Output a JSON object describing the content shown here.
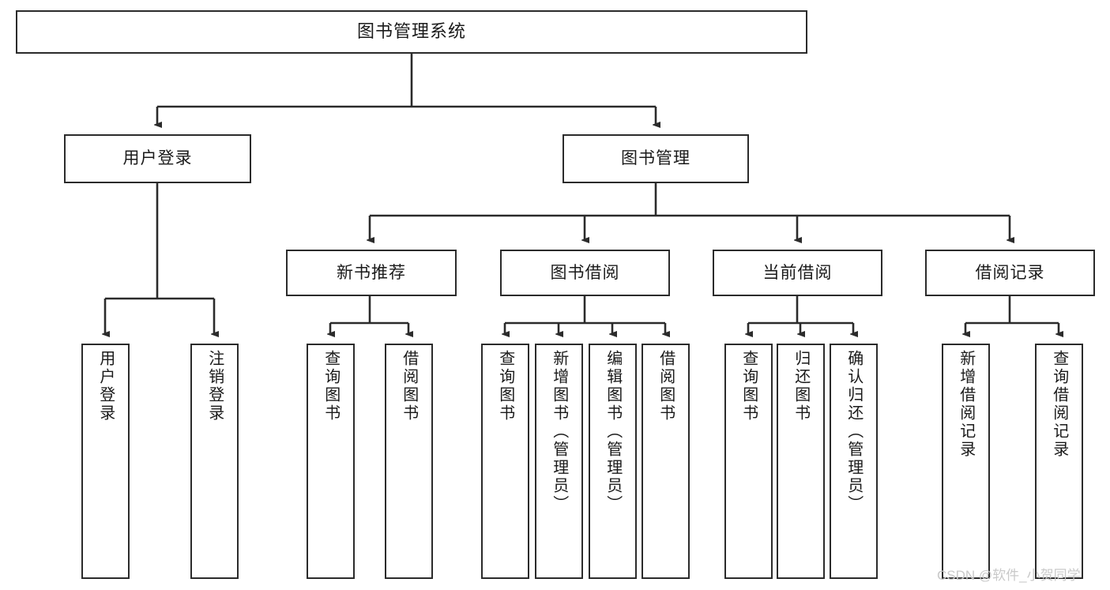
{
  "diagram": {
    "title": "图书管理系统",
    "type": "tree",
    "watermark": "CSDN @软件_小贺同学",
    "colors": {
      "box_border": "#2b2b2b",
      "box_fill": "#ffffff",
      "connector": "#2b2b2b",
      "text": "#1a1a1a",
      "watermark": "#c9c9c9"
    },
    "nodes": {
      "root": {
        "label": "图书管理系统"
      },
      "level1": [
        {
          "label": "用户登录"
        },
        {
          "label": "图书管理"
        }
      ],
      "level2": [
        {
          "label": "新书推荐"
        },
        {
          "label": "图书借阅"
        },
        {
          "label": "当前借阅"
        },
        {
          "label": "借阅记录"
        }
      ],
      "leaves": {
        "user_login": [
          {
            "label": "用户登录"
          },
          {
            "label": "注销登录"
          }
        ],
        "new_book_recommend": [
          {
            "label": "查询图书"
          },
          {
            "label": "借阅图书"
          }
        ],
        "book_borrow": [
          {
            "label": "查询图书"
          },
          {
            "label": "新增图书（管理员）"
          },
          {
            "label": "编辑图书（管理员）"
          },
          {
            "label": "借阅图书"
          }
        ],
        "current_borrow": [
          {
            "label": "查询图书"
          },
          {
            "label": "归还图书"
          },
          {
            "label": "确认归还（管理员）"
          }
        ],
        "borrow_record": [
          {
            "label": "新增借阅记录"
          },
          {
            "label": "查询借阅记录"
          }
        ]
      }
    }
  }
}
